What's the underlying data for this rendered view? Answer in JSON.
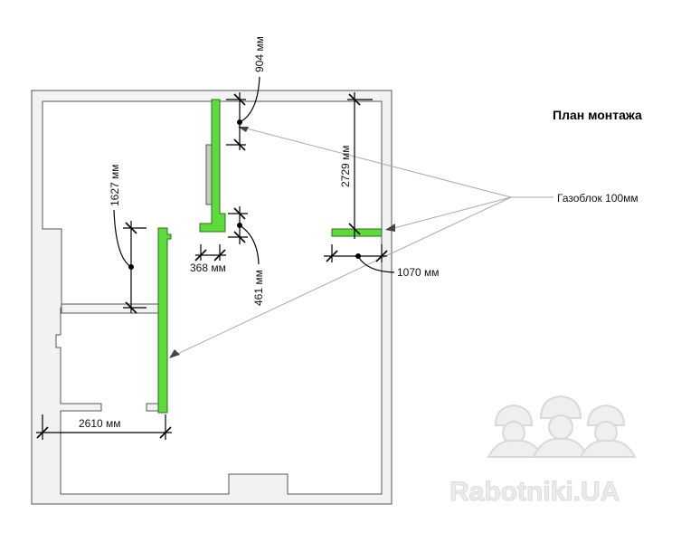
{
  "title": "План монтажа",
  "material_label": "Газоблок 100мм",
  "dimensions": {
    "d904": "904 мм",
    "d2729": "2729 мм",
    "d1627": "1627 мм",
    "d368": "368 мм",
    "d461": "461 мм",
    "d1070": "1070 мм",
    "d2610": "2610 мм"
  },
  "watermark": "Rabotniki.UA",
  "colors": {
    "partition": "#5bdc3a",
    "existing_wall": "#f2f2f2"
  }
}
